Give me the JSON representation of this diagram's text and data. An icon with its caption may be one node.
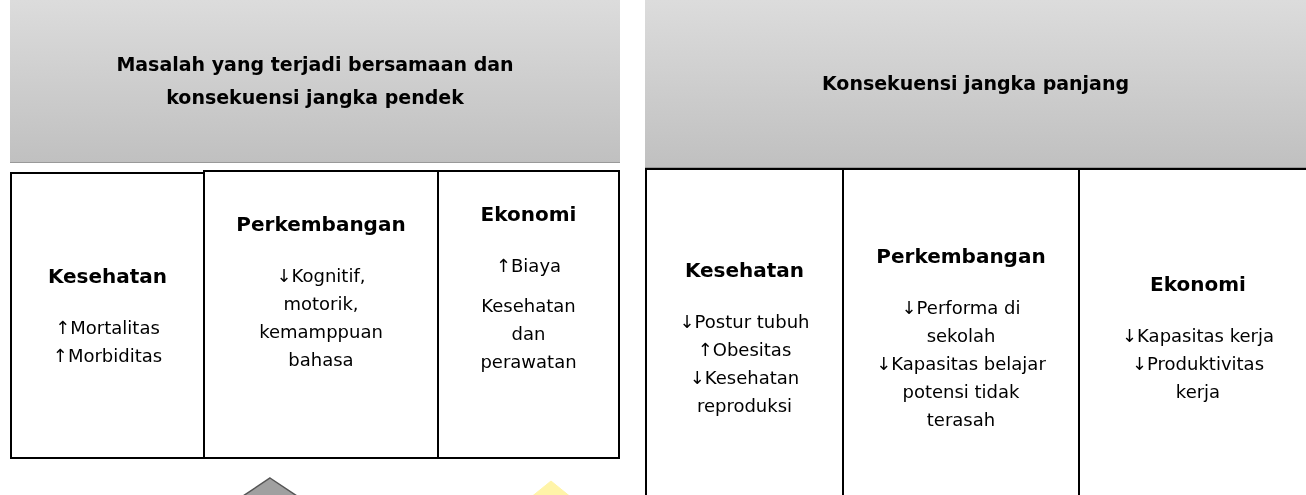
{
  "diagram": {
    "nodes": [
      {
        "text": [
          "Masalah yang terjadi bersamaan dan konsekuensi jangka pendek"
        ]
      },
      {
        "text": [
          "Kesehatan",
          "↑Mortalitas",
          "↑Morbiditas"
        ]
      },
      {
        "text": [
          "Perkembangan",
          "↓Kognitif, motorik, kemamppuan bahasa"
        ]
      },
      {
        "text": [
          "Ekonomi",
          "↑Biaya",
          "Kesehatan dan perawatan"
        ]
      },
      {
        "text": [
          "Konsekuensi jangka panjang"
        ]
      },
      {
        "text": [
          "Kesehatan",
          "↓Postur tubuh",
          "↑Obesitas",
          "↓Kesehatan reproduksi"
        ]
      },
      {
        "text": [
          "Perkembangan",
          "↓Performa di sekolah",
          "↓Kapasitas belajar potensi tidak terasah"
        ]
      },
      {
        "text": [
          "Ekonomi",
          "↓Kapasitas kerja",
          "↓Produktivitas kerja"
        ]
      }
    ],
    "edges": []
  }
}
